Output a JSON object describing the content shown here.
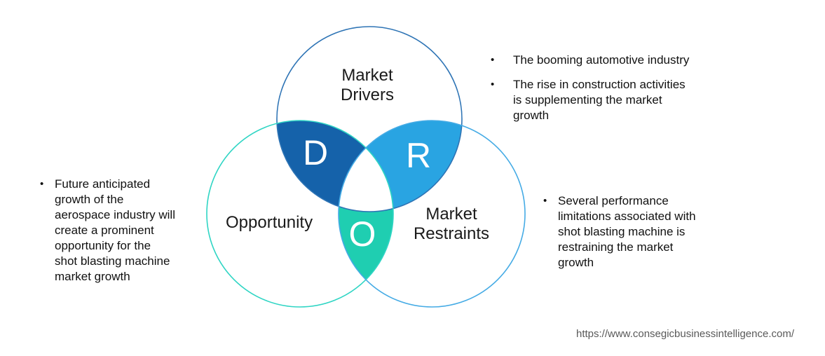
{
  "ui": {
    "bullet_char": "•"
  },
  "colors": {
    "drivers_overlap": "#1562aa",
    "restraints_overlap": "#29a4e2",
    "opportunity_overlap": "#1fceb1",
    "drivers_outline": "#2e74b5",
    "opportunity_outline": "#2fd5c4",
    "restraints_outline": "#45abe5",
    "triple_overlap": "#ffffff"
  },
  "venn": {
    "drivers": {
      "label": "Market\nDrivers",
      "letter": "D"
    },
    "opportunity": {
      "label": "Opportunity",
      "letter": "O"
    },
    "restraints": {
      "label": "Market\nRestraints",
      "letter": "R"
    }
  },
  "bullets": {
    "drivers": [
      "The booming automotive industry",
      "The rise in construction activities\nis supplementing the market\ngrowth"
    ],
    "opportunity": [
      "Future anticipated\ngrowth of the\naerospace industry will\ncreate a prominent\nopportunity for the\nshot blasting machine\nmarket growth"
    ],
    "restraints": [
      "Several performance\nlimitations associated with\nshot blasting machine is\nrestraining the market\ngrowth"
    ]
  },
  "footer": {
    "url": "https://www.consegicbusinessintelligence.com/"
  }
}
